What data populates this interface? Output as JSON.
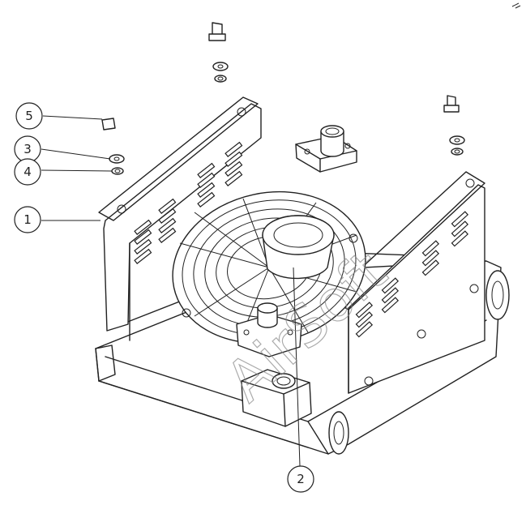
{
  "callouts": [
    {
      "id": "5",
      "label": "5"
    },
    {
      "id": "3",
      "label": "3"
    },
    {
      "id": "4",
      "label": "4"
    },
    {
      "id": "1",
      "label": "1"
    },
    {
      "id": "2",
      "label": "2"
    }
  ],
  "watermark": "AirSoft",
  "colors": {
    "line": "#222222",
    "background": "#ffffff",
    "watermark": "#888888"
  }
}
